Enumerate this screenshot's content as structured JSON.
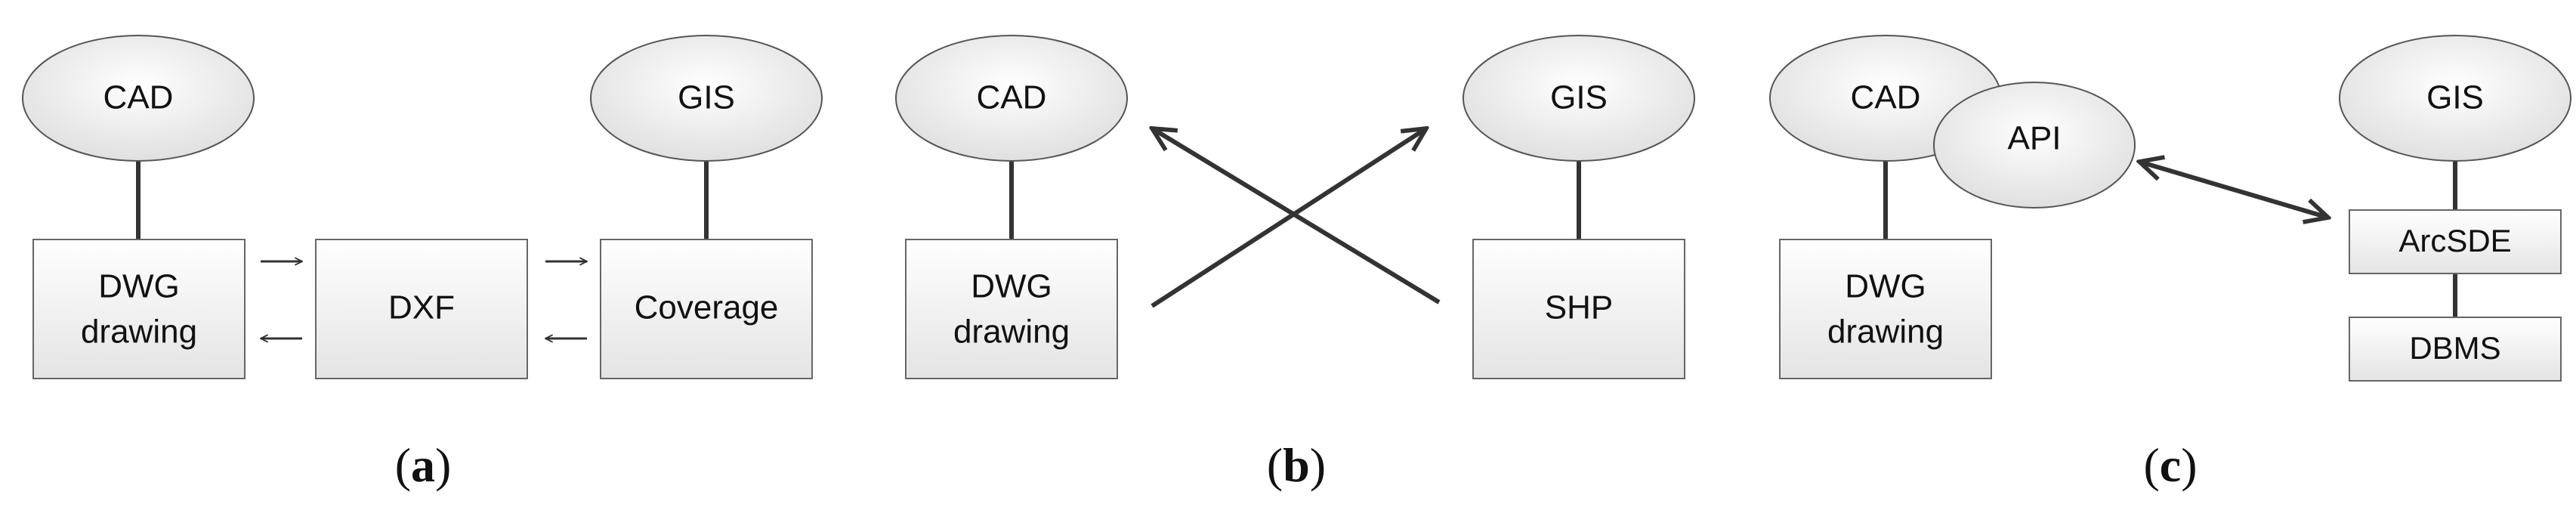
{
  "panels": {
    "a": {
      "label_open": "(",
      "label_letter": "a",
      "label_close": ")",
      "cad": "CAD",
      "gis": "GIS",
      "dwg_line1": "DWG",
      "dwg_line2": "drawing",
      "dxf": "DXF",
      "coverage": "Coverage"
    },
    "b": {
      "label_open": "(",
      "label_letter": "b",
      "label_close": ")",
      "cad": "CAD",
      "gis": "GIS",
      "dwg_line1": "DWG",
      "dwg_line2": "drawing",
      "shp": "SHP"
    },
    "c": {
      "label_open": "(",
      "label_letter": "c",
      "label_close": ")",
      "cad": "CAD",
      "api": "API",
      "gis": "GIS",
      "dwg_line1": "DWG",
      "dwg_line2": "drawing",
      "arcsde": "ArcSDE",
      "dbms": "DBMS"
    }
  },
  "colors": {
    "stroke": "#333333",
    "connector": "#333333",
    "shape_fill_light": "#ffffff",
    "shape_fill_dark": "#e0e0e0"
  }
}
